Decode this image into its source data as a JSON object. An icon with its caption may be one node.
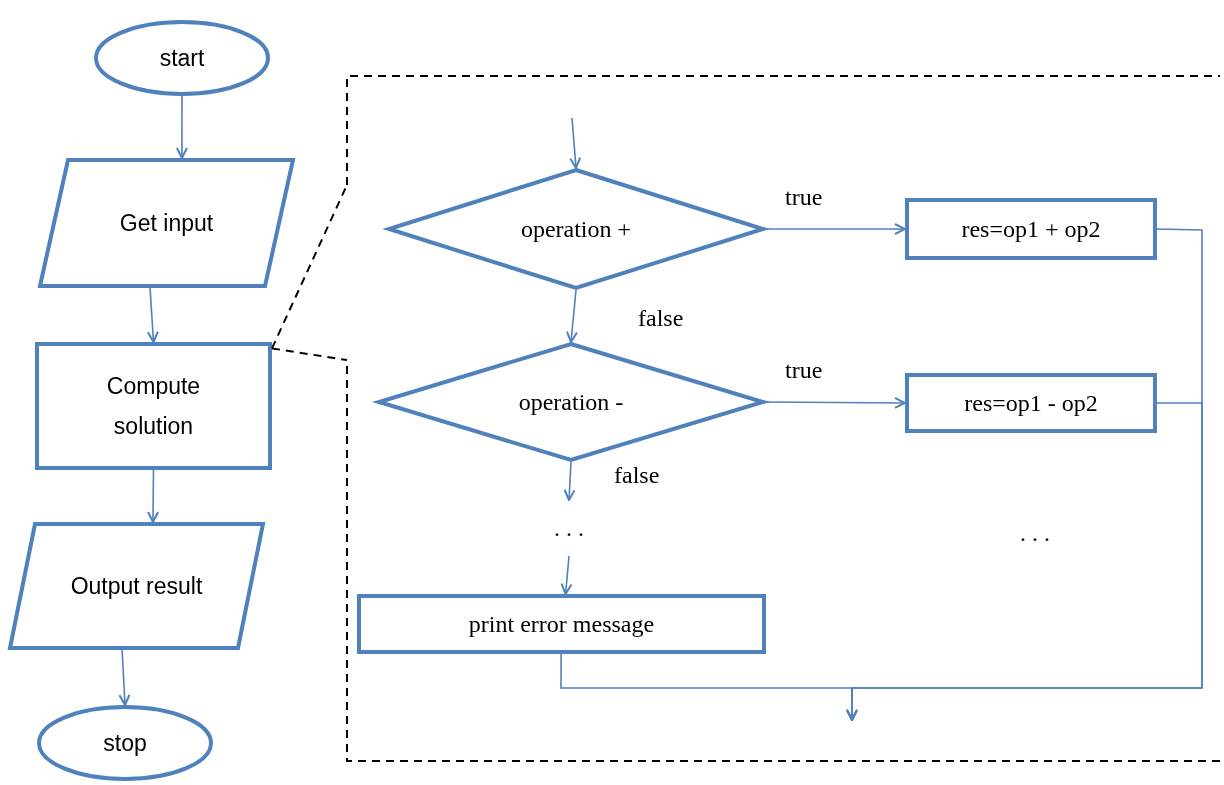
{
  "diagram": {
    "nodes": [
      {
        "text": [
          "start"
        ]
      },
      {
        "text": [
          "Get input"
        ]
      },
      {
        "text": [
          "Compute solution"
        ]
      },
      {
        "text": [
          "Output result"
        ]
      },
      {
        "text": [
          "stop"
        ]
      },
      {
        "text": [],
        "shape": "box"
      },
      {
        "text": [
          "operation +"
        ],
        "in": 5
      },
      {
        "text": [
          "res=op1 + op2"
        ],
        "in": 5
      },
      {
        "text": [
          "operation -"
        ],
        "in": 5
      },
      {
        "text": [
          "res=op1 - op2"
        ],
        "in": 5
      },
      {
        "text": [
          "print error message"
        ],
        "in": 5
      },
      {
        "text": [
          ". . ."
        ],
        "in": 5
      }
    ],
    "edges": [
      {
        "from": 0,
        "to": 1,
        "arrow": "to"
      },
      {
        "from": 1,
        "to": 2,
        "arrow": "to"
      },
      {
        "from": 2,
        "to": 3,
        "arrow": "to"
      },
      {
        "from": 3,
        "to": 4,
        "arrow": "to"
      },
      {
        "from": 2,
        "to": 5,
        "arrow": "none",
        "style": "dashed",
        "color": "#000000"
      },
      {
        "from": 2,
        "to": 5,
        "arrow": "none",
        "style": "dashed",
        "color": "#000000"
      },
      {
        "from": null,
        "to": 6,
        "arrow": "to"
      },
      {
        "from": 6,
        "to": 7,
        "arrow": "to",
        "label": "true"
      },
      {
        "from": 6,
        "to": 8,
        "arrow": "to",
        "label": "false"
      },
      {
        "from": 8,
        "to": 9,
        "arrow": "to",
        "label": "true"
      },
      {
        "from": 8,
        "to": 11,
        "arrow": "to",
        "label": "false"
      },
      {
        "from": 11,
        "to": 10,
        "arrow": "to"
      },
      {
        "from": 7,
        "to": null,
        "arrow": "to"
      },
      {
        "from": 9,
        "to": null,
        "arrow": "to"
      },
      {
        "from": 10,
        "to": null,
        "arrow": "to"
      }
    ],
    "labels": [
      ". . ."
    ]
  }
}
